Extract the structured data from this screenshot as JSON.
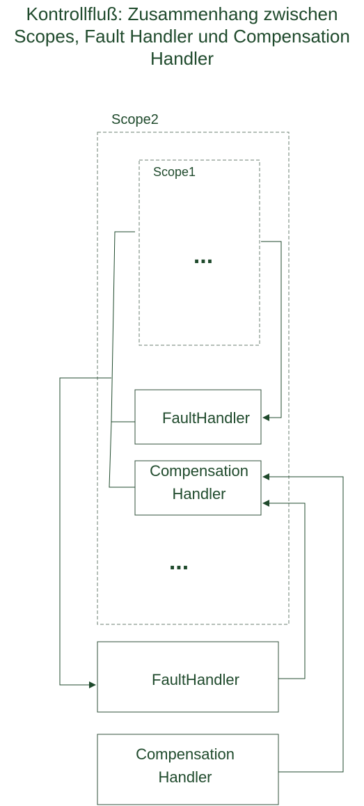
{
  "title": {
    "line1": "Kontrollfluß: Zusammenhang zwischen",
    "line2": "Scopes, Fault Handler und Compensation",
    "line3": "Handler"
  },
  "scope2": {
    "label": "Scope2"
  },
  "scope1": {
    "label": "Scope1",
    "ellipsis": "..."
  },
  "inner_fault_handler": {
    "label": "FaultHandler"
  },
  "inner_compensation_handler": {
    "line1": "Compensation",
    "line2": "Handler"
  },
  "scope2_ellipsis": "...",
  "outer_fault_handler": {
    "label": "FaultHandler"
  },
  "outer_compensation_handler": {
    "line1": "Compensation",
    "line2": "Handler"
  },
  "colors": {
    "text": "#1f4a2c",
    "line": "#1f4a2c",
    "dashed_border": "#6b7f72",
    "box_border": "#2f4f3a"
  }
}
